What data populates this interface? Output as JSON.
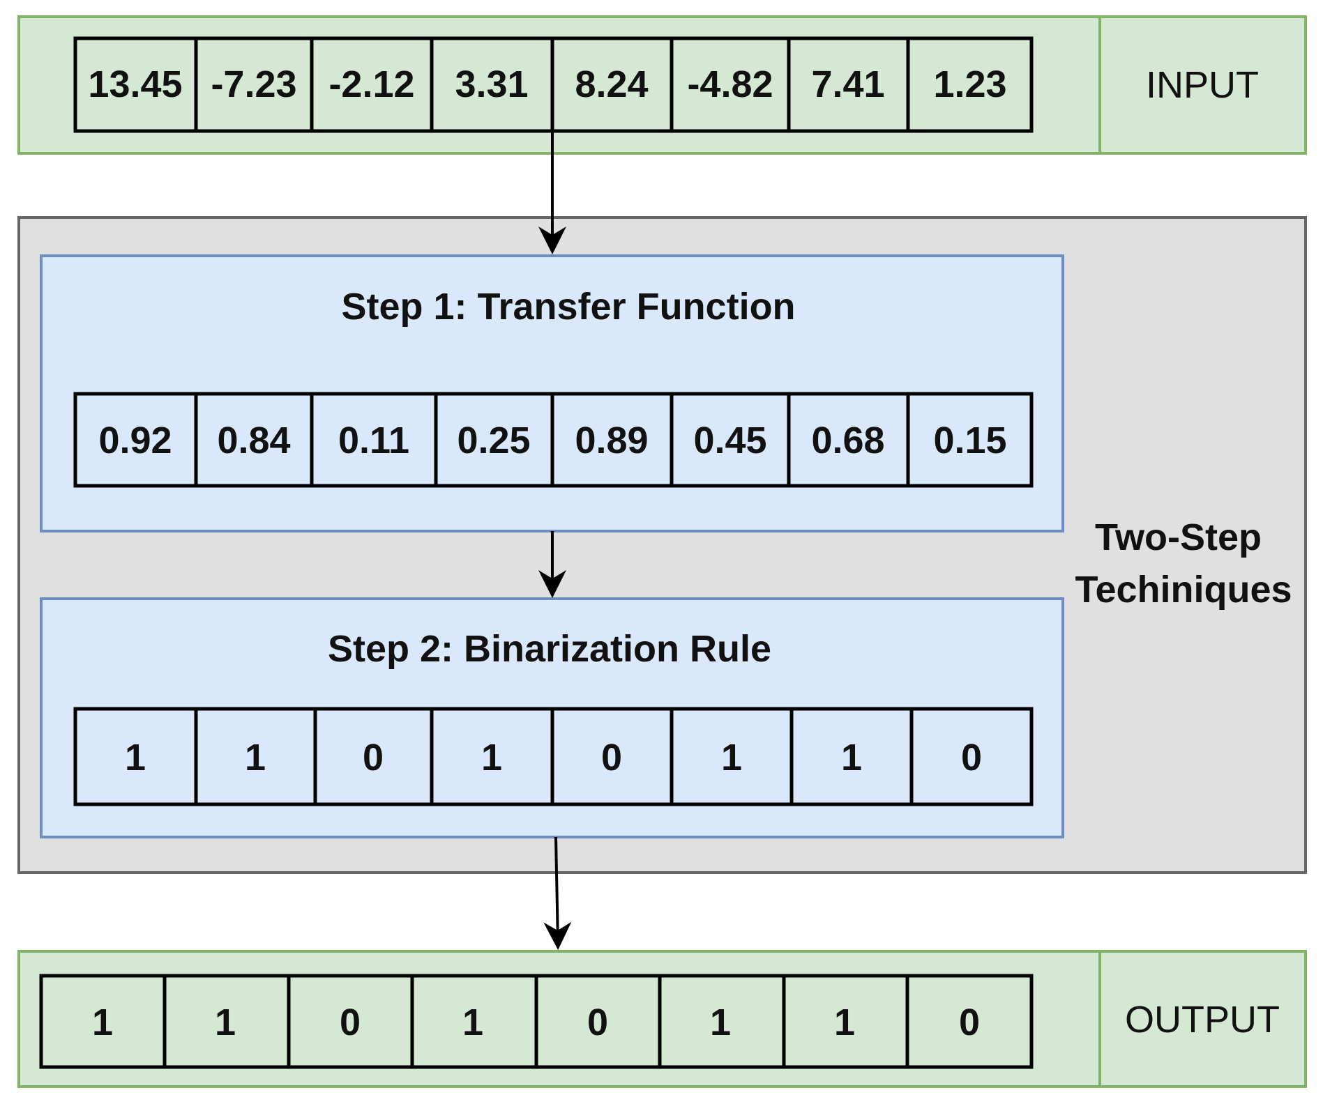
{
  "input": {
    "label": "INPUT",
    "values": [
      "13.45",
      "-7.23",
      "-2.12",
      "3.31",
      "8.24",
      "-4.82",
      "7.41",
      "1.23"
    ]
  },
  "technique": {
    "label_line1": "Two-Step",
    "label_line2": "Techiniques",
    "step1": {
      "title": "Step 1: Transfer Function",
      "values": [
        "0.92",
        "0.84",
        "0.11",
        "0.25",
        "0.89",
        "0.45",
        "0.68",
        "0.15"
      ]
    },
    "step2": {
      "title": "Step 2: Binarization Rule",
      "values": [
        "1",
        "1",
        "0",
        "1",
        "0",
        "1",
        "1",
        "0"
      ]
    }
  },
  "output": {
    "label": "OUTPUT",
    "values": [
      "1",
      "1",
      "0",
      "1",
      "0",
      "1",
      "1",
      "0"
    ]
  },
  "colors": {
    "green_fill": "#d5e8d4",
    "green_stroke": "#82b366",
    "gray_fill": "#e0e0e0",
    "gray_stroke": "#666666",
    "blue_fill": "#dae8fc",
    "blue_stroke": "#6c8ebf"
  }
}
